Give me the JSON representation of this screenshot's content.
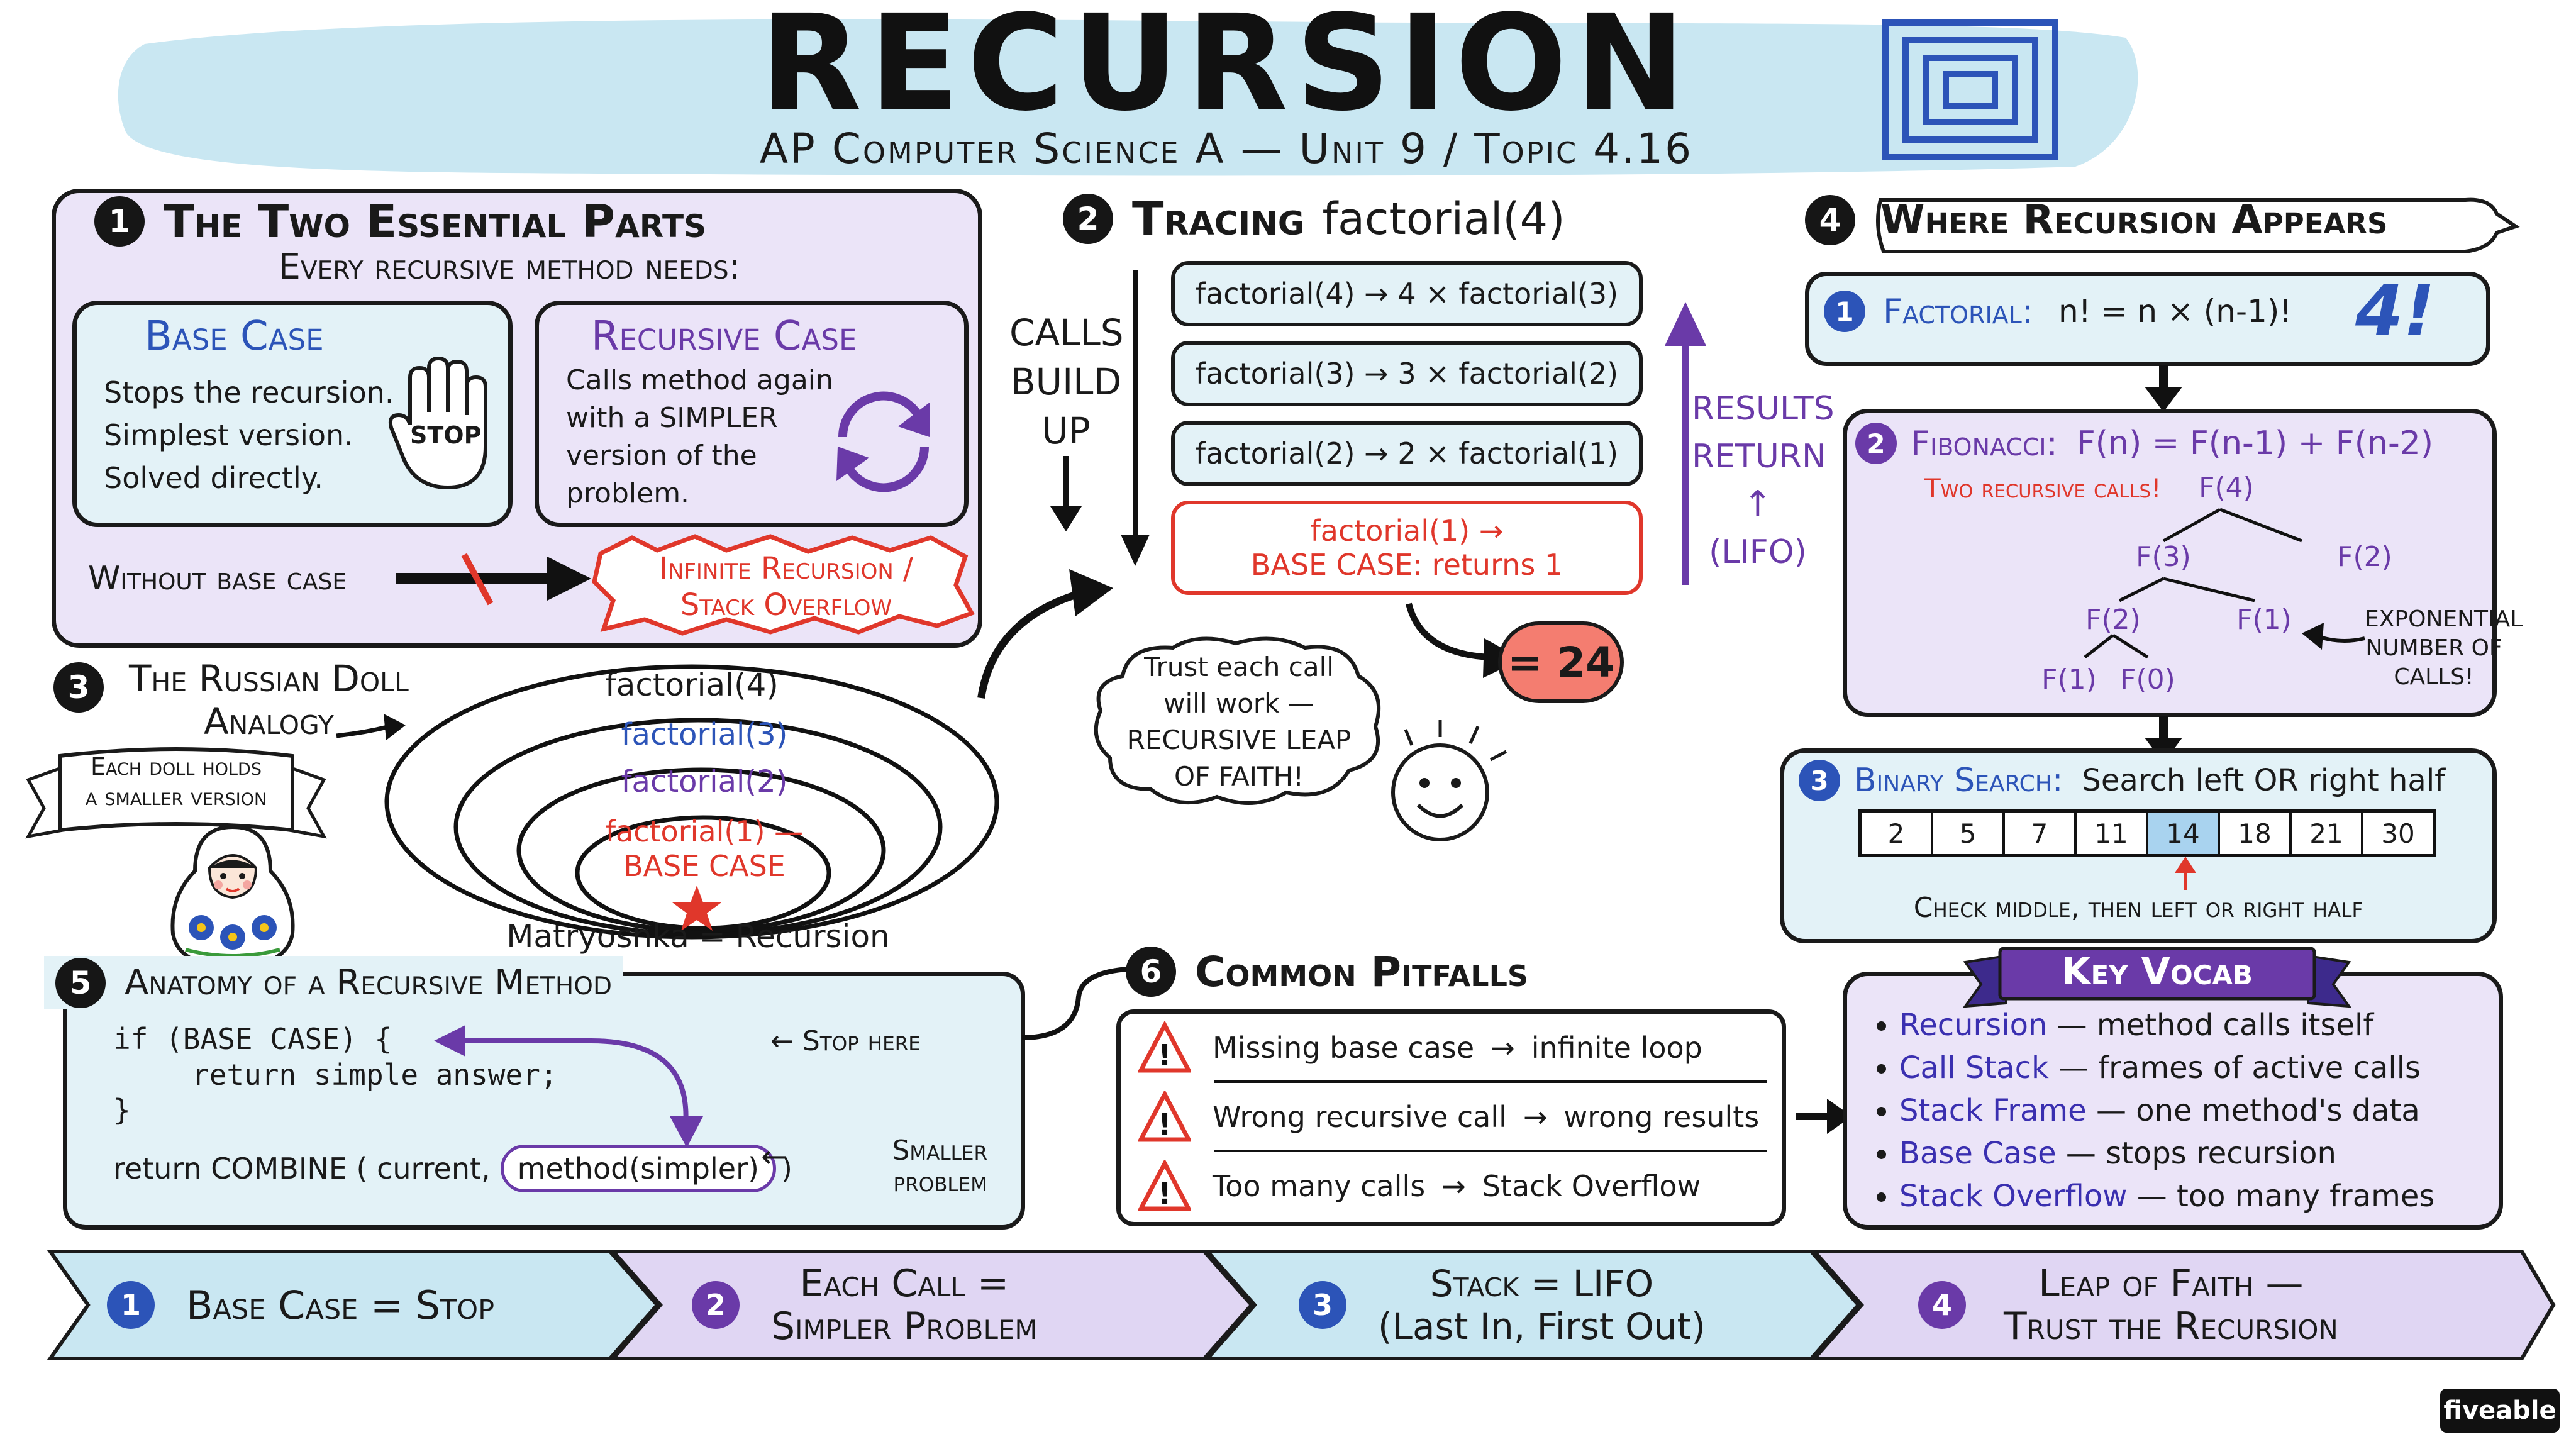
{
  "title": "RECURSION",
  "subtitle": "AP Computer Science A — Unit 9 / Topic 4.16",
  "colors": {
    "purple_panel": "#ebe4f8",
    "blue_panel": "#e3f2f7",
    "red": "#e0372b",
    "purple_accent": "#6a3aa8",
    "blue_accent": "#2c54b8",
    "banner": "#c9e7f2"
  },
  "section1": {
    "number": "1",
    "heading": "The Two Essential Parts",
    "subheading": "Every recursive method needs:",
    "base_card": {
      "title": "Base Case",
      "line1": "Stops the recursion.",
      "line2": "Simplest version.",
      "line3": "Solved directly.",
      "hand_label": "STOP"
    },
    "recursive_card": {
      "title": "Recursive Case",
      "line1": "Calls method again",
      "line2": "with a SIMPLER",
      "line3": "version of the",
      "line4": "problem."
    },
    "without_label": "Without base case",
    "warning_line1": "Infinite Recursion /",
    "warning_line2": "Stack Overflow"
  },
  "section2": {
    "number": "2",
    "heading_prefix": "Tracing",
    "heading_code": "factorial(4)",
    "calls_build_up": [
      "CALLS",
      "BUILD",
      "UP"
    ],
    "frames": [
      "factorial(4) → 4 × factorial(3)",
      "factorial(3) → 3 × factorial(2)",
      "factorial(2) → 2 × factorial(1)"
    ],
    "base_frame_line1": "factorial(1) →",
    "base_frame_line2": "BASE CASE: returns 1",
    "results_return": [
      "RESULTS",
      "RETURN",
      "(LIFO)"
    ],
    "result": "= 24",
    "thought": [
      "Trust each call",
      "will work —",
      "RECURSIVE LEAP",
      "OF FAITH!"
    ]
  },
  "section3": {
    "number": "3",
    "heading_line1": "The Russian Doll",
    "heading_line2": "Analogy",
    "ribbon_line1": "Each doll holds",
    "ribbon_line2": "a smaller version",
    "rings": [
      "factorial(4)",
      "factorial(3)",
      "factorial(2)",
      "factorial(1) —",
      "BASE CASE"
    ],
    "caption": "Matryoshka = Recursion"
  },
  "section4": {
    "number": "4",
    "heading": "Where Recursion Appears",
    "factorial": {
      "number": "1",
      "label": "Factorial:",
      "formula": "n! = n × (n-1)!",
      "big": "4!"
    },
    "fibonacci": {
      "number": "2",
      "label": "Fibonacci:",
      "formula": "F(n) = F(n-1) + F(n-2)",
      "note": "Two recursive calls!",
      "tree": [
        "F(4)",
        "F(3)",
        "F(2)",
        "F(2)",
        "F(1)",
        "F(1)",
        "F(0)"
      ],
      "side_note": [
        "EXPONENTIAL",
        "NUMBER OF",
        "CALLS!"
      ]
    },
    "binary": {
      "number": "3",
      "label": "Binary Search:",
      "desc": "Search left OR right half",
      "array": [
        "2",
        "5",
        "7",
        "11",
        "14",
        "18",
        "21",
        "30"
      ],
      "highlight_index": 4,
      "caption": "Check middle, then left or right half"
    }
  },
  "section5": {
    "number": "5",
    "heading": "Anatomy of a Recursive Method",
    "code_line1": "if (BASE CASE) {",
    "code_line2": "return simple answer;",
    "code_line3": "}",
    "code_line4a": "return COMBINE ( current,",
    "code_line4b": "method(simpler)",
    "code_line4c": ")",
    "stop_here": "← Stop here",
    "smaller_problem": [
      "Smaller",
      "problem"
    ]
  },
  "section6": {
    "number": "6",
    "heading": "Common Pitfalls",
    "items": [
      {
        "cause": "Missing base case",
        "effect": "infinite loop"
      },
      {
        "cause": "Wrong recursive call",
        "effect": "wrong results"
      },
      {
        "cause": "Too many calls",
        "effect": "Stack Overflow"
      }
    ]
  },
  "vocab": {
    "title": "Key Vocab",
    "items": [
      {
        "term": "Recursion",
        "def": "— method calls itself"
      },
      {
        "term": "Call Stack",
        "def": "— frames of active calls"
      },
      {
        "term": "Stack Frame",
        "def": "— one method's data"
      },
      {
        "term": "Base Case",
        "def": "— stops recursion"
      },
      {
        "term": "Stack Overflow",
        "def": "— too many frames"
      }
    ]
  },
  "summary": [
    {
      "number": "1",
      "line1": "Base Case = Stop",
      "line2": ""
    },
    {
      "number": "2",
      "line1": "Each Call =",
      "line2": "Simpler Problem"
    },
    {
      "number": "3",
      "line1": "Stack = LIFO",
      "line2": "(Last In, First Out)"
    },
    {
      "number": "4",
      "line1": "Leap of Faith —",
      "line2": "Trust the Recursion"
    }
  ],
  "brand": "fiveable"
}
